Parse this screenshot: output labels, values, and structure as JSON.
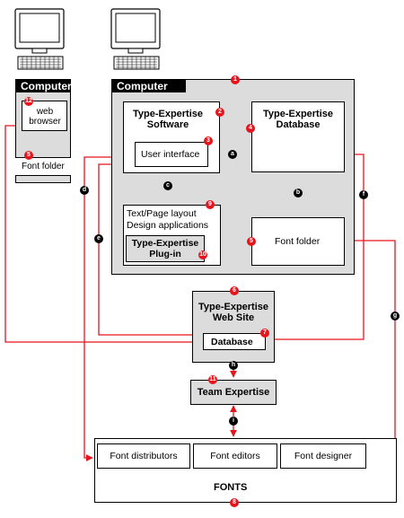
{
  "computer_left": {
    "title": "Computer",
    "web_browser": "web browser",
    "font_folder": "Font folder"
  },
  "computer_main": {
    "title": "Computer",
    "software_title": "Type-Expertise Software",
    "user_interface": "User interface",
    "database_title": "Type-Expertise Database",
    "font_folder": "Font folder",
    "apps_line1": "Text/Page layout",
    "apps_line2": "Design applications",
    "plugin": "Type-Expertise Plug-in"
  },
  "website": {
    "title": "Type-Expertise Web Site",
    "database": "Database"
  },
  "team": {
    "title": "Team Expertise"
  },
  "fonts": {
    "distributors": "Font distributors",
    "editors": "Font editors",
    "designer": "Font designer",
    "title": "FONTS"
  },
  "numbers": [
    "1",
    "2",
    "3",
    "4",
    "5",
    "6",
    "7",
    "8",
    "9",
    "10",
    "11",
    "12",
    "5"
  ],
  "letters": [
    "a",
    "b",
    "c",
    "d",
    "e",
    "f",
    "g",
    "h",
    "i"
  ],
  "colors": {
    "accent_red": "#e8141c",
    "panel_grey": "#dcdcdc",
    "ink": "#000000"
  }
}
